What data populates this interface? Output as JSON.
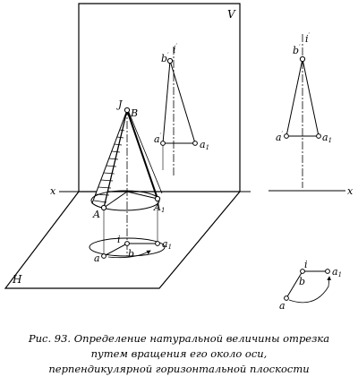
{
  "labels": {
    "plane_v": "V",
    "plane_h": "H",
    "axis_x_left": "x",
    "axis_x_right": "x",
    "apex_J": "J",
    "apex_B": "B",
    "point_A": "A",
    "point_A1": "A",
    "point_A1_sub": "1",
    "point_i_h": "i",
    "point_a_h": "a",
    "point_a1_h": "a",
    "point_a1_h_sub": "1",
    "point_b_h": "b",
    "point_b_front": "b",
    "point_b_front_prime": "′",
    "point_i_front": "i",
    "point_i_front_prime": "′",
    "point_a_front": "a",
    "point_a_front_prime": "′",
    "point_a1_front": "a",
    "point_a1_front_sub": "1",
    "r_b_front": "b",
    "r_b_front_prime": "′",
    "r_i_front": "i",
    "r_i_front_prime": "′",
    "r_a_front": "a",
    "r_a_front_prime": "′",
    "r_a1_front": "a",
    "r_a1_front_sub": "1",
    "r_i_top": "i",
    "r_b_top": "b",
    "r_a_top": "a",
    "r_a1_top": "a",
    "r_a1_top_sub": "1"
  },
  "caption": {
    "line1": "Рис. 93. Определение натуральной величины отрезка",
    "line2": "путем вращения его около оси,",
    "line3": "перпендикулярной горизонтальной плоскости"
  }
}
